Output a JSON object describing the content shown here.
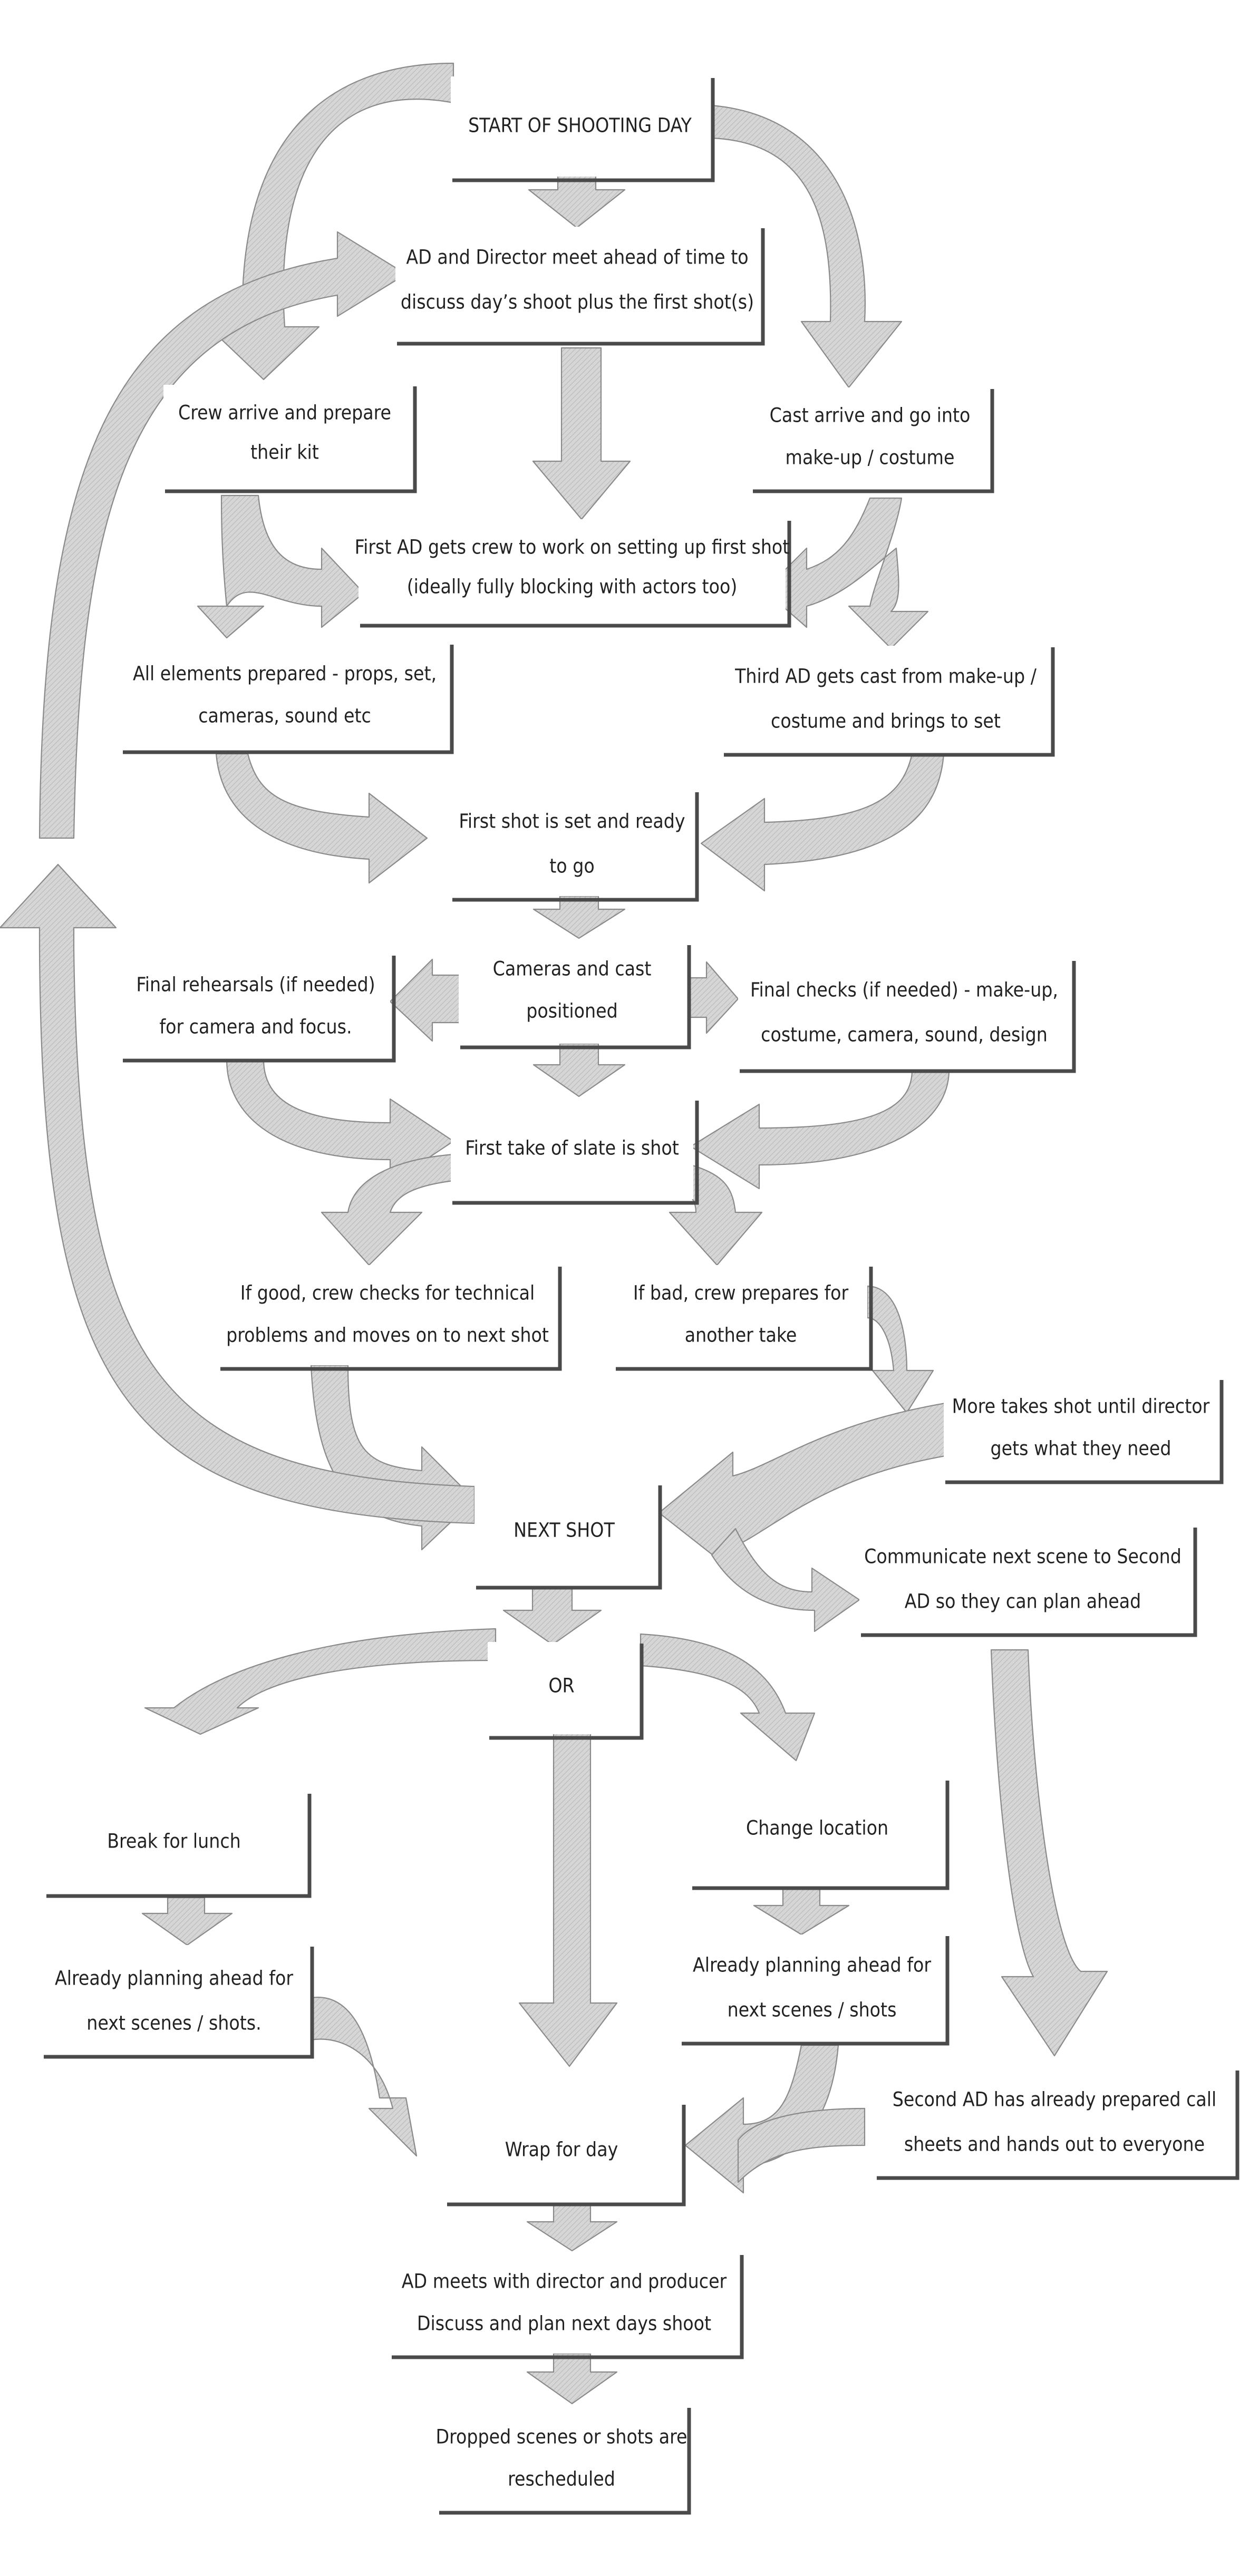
{
  "boxes": {
    "start": {
      "lines": [
        "START OF SHOOTING DAY"
      ]
    },
    "meet": {
      "lines": [
        "AD and Director meet ahead of time to",
        "discuss day’s shoot plus the first shot(s)"
      ]
    },
    "crew_arrive": {
      "lines": [
        "Crew arrive and prepare",
        "their kit"
      ]
    },
    "cast_arrive": {
      "lines": [
        "Cast arrive and go into",
        "make-up / costume"
      ]
    },
    "first_ad": {
      "lines": [
        "First AD gets crew to work on setting up first shot",
        "(ideally fully blocking with actors too)"
      ]
    },
    "elements": {
      "lines": [
        "All elements prepared - props, set,",
        "cameras, sound etc"
      ]
    },
    "third_ad": {
      "lines": [
        "Third AD gets cast from make-up /",
        "costume and brings to set"
      ]
    },
    "first_shot_set": {
      "lines": [
        "First shot is set and ready",
        "to go"
      ]
    },
    "cameras_cast": {
      "lines": [
        "Cameras and cast",
        "positioned"
      ]
    },
    "final_rehearsals": {
      "lines": [
        "Final rehearsals (if needed)",
        "for camera and focus."
      ]
    },
    "final_checks": {
      "lines": [
        "Final checks (if needed) - make-up,",
        "costume, camera, sound, design"
      ]
    },
    "first_take": {
      "lines": [
        "First take of slate is shot"
      ]
    },
    "if_good": {
      "lines": [
        "If good, crew checks for technical",
        "problems and moves on to next shot"
      ]
    },
    "if_bad": {
      "lines": [
        "If bad, crew prepares for",
        "another take"
      ]
    },
    "more_takes": {
      "lines": [
        "More takes shot until director",
        "gets what they need"
      ]
    },
    "next_shot": {
      "lines": [
        "NEXT SHOT"
      ]
    },
    "communicate": {
      "lines": [
        "Communicate next scene to Second",
        "AD so they can plan ahead"
      ]
    },
    "or": {
      "lines": [
        "OR"
      ]
    },
    "break_lunch": {
      "lines": [
        "Break for lunch"
      ]
    },
    "change_location": {
      "lines": [
        "Change location"
      ]
    },
    "planning_left": {
      "lines": [
        "Already planning ahead  for",
        "next scenes / shots."
      ]
    },
    "planning_right": {
      "lines": [
        "Already planning ahead for",
        "next scenes / shots"
      ]
    },
    "second_ad": {
      "lines": [
        "Second AD has already prepared call",
        "sheets and hands out to everyone"
      ]
    },
    "wrap": {
      "lines": [
        "Wrap for day"
      ]
    },
    "ad_meets": {
      "lines": [
        "AD meets with director and producer",
        "Discuss and plan next days shoot"
      ]
    },
    "dropped": {
      "lines": [
        "Dropped scenes or shots are",
        "rescheduled"
      ]
    }
  },
  "colors": {
    "arrow_fill": "#d4d4d4",
    "arrow_hatch": "#b8b8b8",
    "arrow_outline": "#8a8a8a",
    "box_shadow": "#4a4a4a",
    "text": "#222222"
  }
}
